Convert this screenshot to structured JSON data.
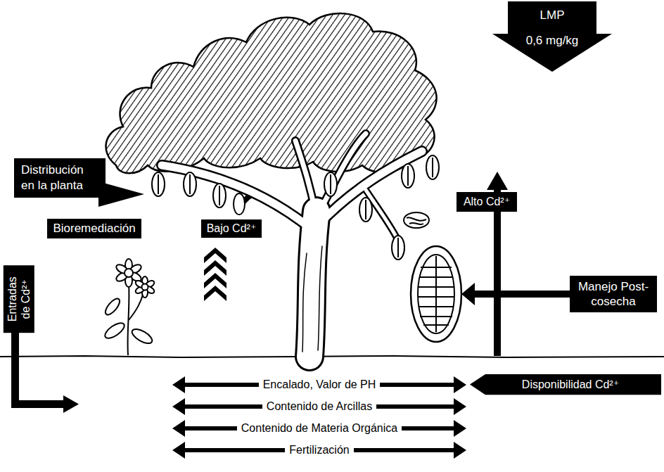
{
  "diagram": {
    "nodes": [
      {
        "text": [
          "LMP",
          "0,6 mg/kg"
        ]
      },
      {
        "text": [
          "Distribución en la planta"
        ]
      },
      {
        "text": [
          "Alto Cd²⁺"
        ]
      },
      {
        "text": [
          "Bioremediación"
        ]
      },
      {
        "text": [
          "Bajo Cd²⁺"
        ]
      },
      {
        "text": [
          "Manejo Post-cosecha"
        ]
      },
      {
        "text": [
          "Entradas de Cd²⁺"
        ]
      },
      {
        "text": [
          "Disponibilidad Cd²⁺"
        ]
      },
      {
        "text": [
          "Encalado, Valor de PH"
        ]
      },
      {
        "text": [
          "Contenido de Arcillas"
        ]
      },
      {
        "text": [
          "Contenido de Materia Orgánica"
        ]
      },
      {
        "text": [
          "Fertilización"
        ]
      }
    ]
  }
}
